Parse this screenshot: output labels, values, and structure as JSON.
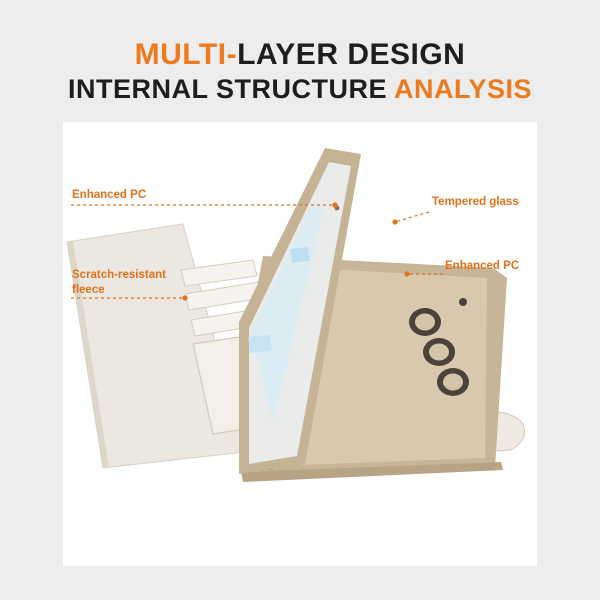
{
  "heading": {
    "line1_accent": "MULTI-",
    "line1_rest": "LAYER DESIGN",
    "line2_rest": "INTERNAL STRUCTURE ",
    "line2_accent": "ANALYSIS"
  },
  "callouts": {
    "enhanced_pc_left": "Enhanced PC",
    "tempered_glass": "Tempered glass",
    "scratch_line1": "Scratch-resistant",
    "scratch_line2": "fleece",
    "enhanced_pc_right": "Enhanced PC"
  },
  "colors": {
    "accent": "#ee7a1f",
    "heading_text": "#1e1e1e",
    "background": "#ededed",
    "panel": "#ffffff",
    "champagne_frame": "#c9b89c",
    "fleece_white": "#eeeae3"
  }
}
